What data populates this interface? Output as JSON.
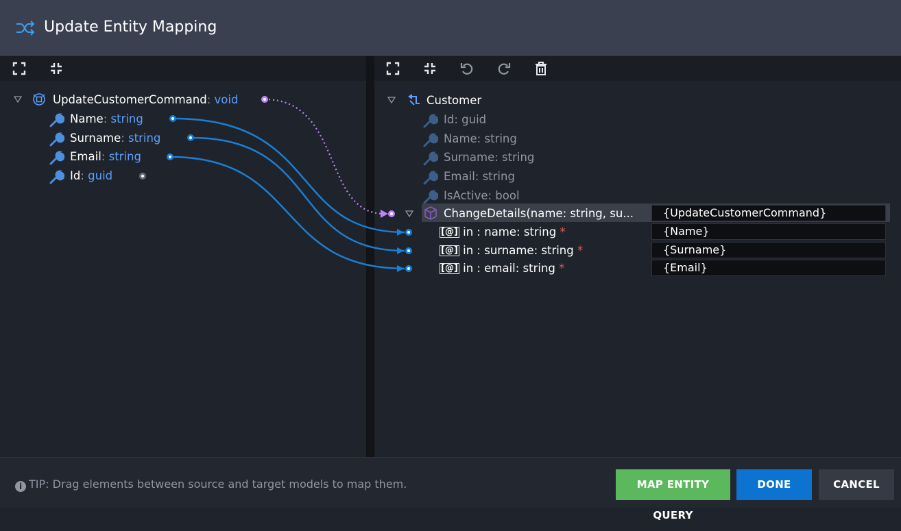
{
  "dialog": {
    "title": "Update Entity Mapping",
    "title_icon": "shuffle-icon"
  },
  "source_tree": {
    "root": {
      "name": "UpdateCustomerCommand",
      "sep": ": ",
      "type": "void",
      "icon": "command-icon"
    },
    "items": [
      {
        "name": "Name",
        "sep": ": ",
        "type": "string",
        "icon": "wrench-icon",
        "mapped": true
      },
      {
        "name": "Surname",
        "sep": ": ",
        "type": "string",
        "icon": "wrench-icon",
        "mapped": true
      },
      {
        "name": "Email",
        "sep": ": ",
        "type": "string",
        "icon": "wrench-icon",
        "mapped": true
      },
      {
        "name": "Id",
        "sep": ": ",
        "type": "guid",
        "icon": "wrench-icon",
        "mapped": false
      }
    ]
  },
  "target_tree": {
    "root": {
      "name": "Customer",
      "icon": "entity-icon"
    },
    "attributes": [
      {
        "label": "Id: guid"
      },
      {
        "label": "Name: string"
      },
      {
        "label": "Surname: string"
      },
      {
        "label": "Email: string"
      },
      {
        "label": "IsActive: bool"
      }
    ],
    "operation": {
      "label": "ChangeDetails(name: string, su...",
      "value": "{UpdateCustomerCommand}",
      "icon": "cube-icon"
    },
    "params": [
      {
        "label": "in : name: string",
        "required": "*",
        "value": "{Name}"
      },
      {
        "label": "in : surname: string",
        "required": "*",
        "value": "{Surname}"
      },
      {
        "label": "in : email: string",
        "required": "*",
        "value": "{Email}"
      }
    ]
  },
  "footer": {
    "tip": "TIP: Drag elements between source and target models to map them.",
    "buttons": {
      "map_query": "MAP ENTITY QUERY",
      "done": "DONE",
      "cancel": "CANCEL"
    }
  },
  "colors": {
    "accent_blue": "#1a7fd6",
    "mapping_purple": "#c084fc",
    "done_blue": "#0d73d0",
    "map_green": "#5cb85c",
    "required_red": "#e05a5a"
  }
}
